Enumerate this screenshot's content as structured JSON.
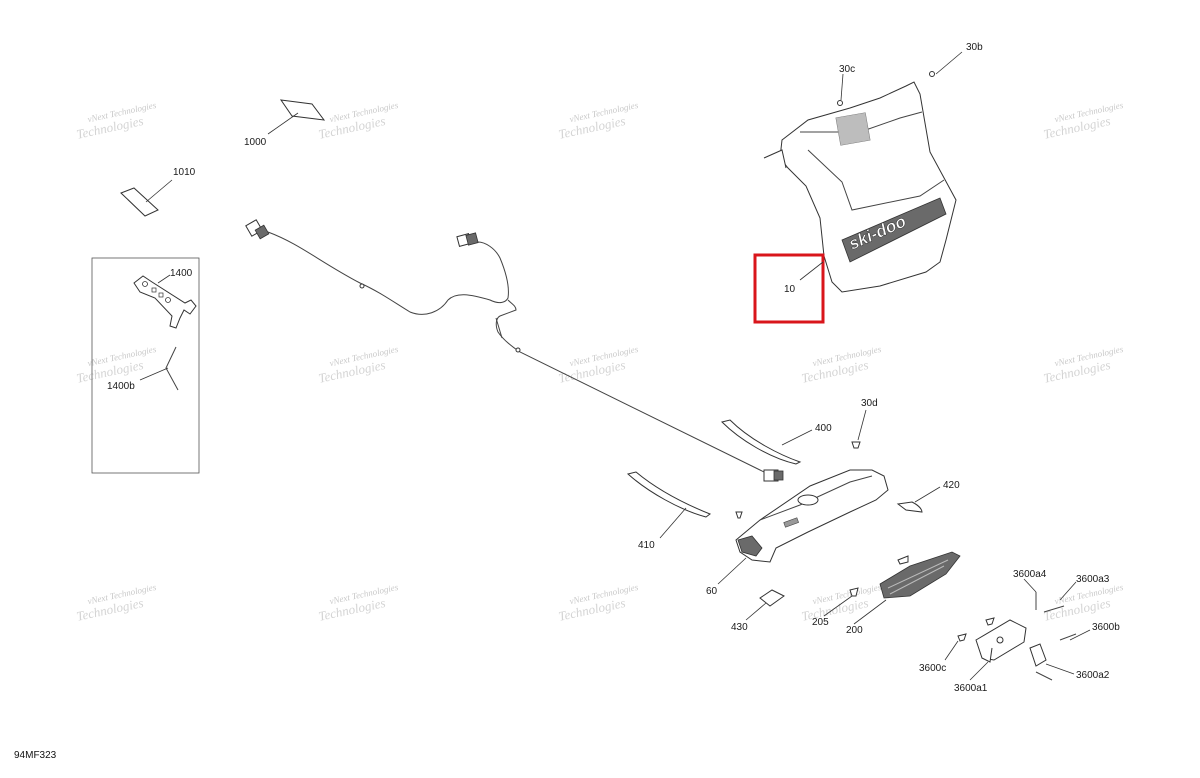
{
  "diagram_code": "94MF323",
  "watermark": {
    "line1": "vNext Technologies",
    "line2": "Technologies"
  },
  "labels": {
    "p1000": "1000",
    "p1010": "1010",
    "p1400": "1400",
    "p1400b": "1400b",
    "p10": "10",
    "p30b": "30b",
    "p30c": "30c",
    "p30d": "30d",
    "p400": "400",
    "p410": "410",
    "p420": "420",
    "p430": "430",
    "p60": "60",
    "p205": "205",
    "p200": "200",
    "p3600a4": "3600a4",
    "p3600a3": "3600a3",
    "p3600b": "3600b",
    "p3600c": "3600c",
    "p3600a1": "3600a1",
    "p3600a2": "3600a2"
  },
  "brand_text": "ski-doo",
  "highlight_color": "#d9151b"
}
